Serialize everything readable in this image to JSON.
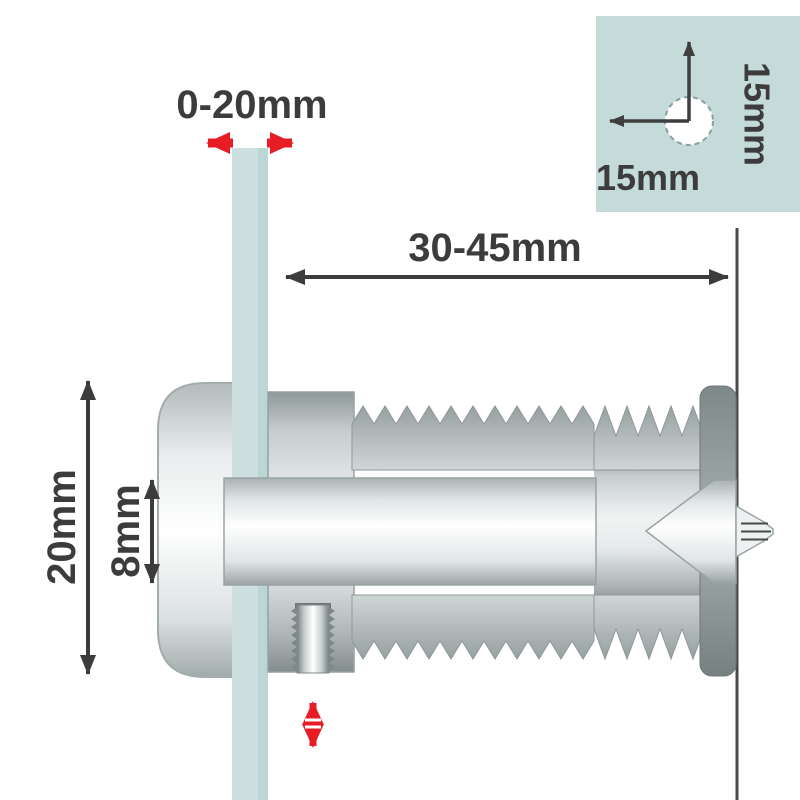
{
  "diagram": {
    "type": "technical-dimension-diagram",
    "subject": "glass standoff fixing cross-section",
    "labels": {
      "glass_range": "0-20mm",
      "fixing_length": "30-45mm",
      "cap_size": "20mm",
      "barrel_size": "8mm",
      "hole_inset_horizontal": "15mm",
      "hole_inset_vertical": "15mm"
    },
    "colors": {
      "accent_red": "#e81c25",
      "glass": "#cde0df",
      "glass_edge": "#bcd6d5",
      "panel": "#c5dbda",
      "text": "#3c3c3c",
      "wall_line": "#4a4a4a",
      "metal_mid": "#aab3b3"
    }
  }
}
